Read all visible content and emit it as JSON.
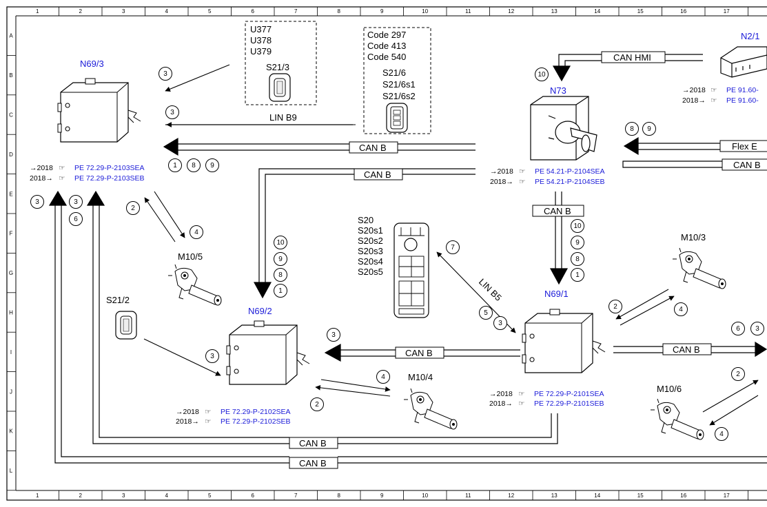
{
  "grid": {
    "columns": [
      "1",
      "2",
      "3",
      "4",
      "5",
      "6",
      "7",
      "8",
      "9",
      "10",
      "11",
      "12",
      "13",
      "14",
      "15",
      "16",
      "17"
    ],
    "rows": [
      "A",
      "B",
      "C",
      "D",
      "E",
      "F",
      "G",
      "H",
      "I",
      "J",
      "K",
      "L"
    ]
  },
  "components": {
    "n69_3": "N69/3",
    "n69_2": "N69/2",
    "n69_1": "N69/1",
    "n73": "N73",
    "n2_1": "N2/1",
    "m10_5": "M10/5",
    "m10_4": "M10/4",
    "m10_3": "M10/3",
    "m10_6": "M10/6",
    "s21_2": "S21/2",
    "s21_3": "S21/3",
    "s21_3_codes": [
      "U377",
      "U378",
      "U379"
    ],
    "s21_6": [
      "S21/6",
      "S21/6s1",
      "S21/6s2"
    ],
    "s21_6_codes": [
      "Code 297",
      "Code 413",
      "Code 540"
    ],
    "s20_list": [
      "S20",
      "S20s1",
      "S20s2",
      "S20s3",
      "S20s4",
      "S20s5"
    ]
  },
  "buses": {
    "can_b": "CAN B",
    "can_hmi": "CAN HMI",
    "lin_b9": "LIN B9",
    "lin_b5": "LIN B5",
    "flex_e": "Flex E"
  },
  "references": {
    "up_to": "→2018",
    "from": "2018→",
    "n69_3_a": "PE 72.29-P-2103SEA",
    "n69_3_b": "PE 72.29-P-2103SEB",
    "n73_a": "PE 54.21-P-2104SEA",
    "n73_b": "PE 54.21-P-2104SEB",
    "n69_2_a": "PE 72.29-P-2102SEA",
    "n69_2_b": "PE 72.29-P-2102SEB",
    "n69_1_a": "PE 72.29-P-2101SEA",
    "n69_1_b": "PE 72.29-P-2101SEB",
    "n2_1_a": "PE 91.60-",
    "n2_1_b": "PE 91.60-"
  },
  "markers": {
    "c1": "1",
    "c2": "2",
    "c3": "3",
    "c4": "4",
    "c5": "5",
    "c6": "6",
    "c7": "7",
    "c8": "8",
    "c9": "9",
    "c10": "10"
  }
}
